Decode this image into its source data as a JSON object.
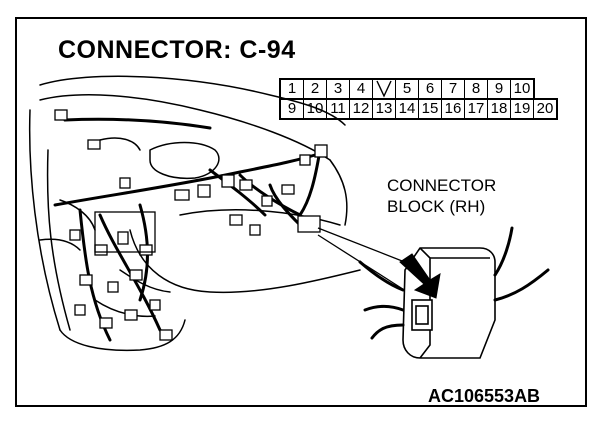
{
  "diagram": {
    "title": "CONNECTOR: C-94",
    "callout_line1": "CONNECTOR",
    "callout_line2": "BLOCK (RH)",
    "figure_code": "AC106553AB"
  },
  "connector": {
    "top_row": [
      "1",
      "2",
      "3",
      "4",
      "",
      "5",
      "6",
      "7",
      "8",
      "9",
      "10"
    ],
    "bottom_row": [
      "9",
      "10",
      "11",
      "12",
      "13",
      "14",
      "15",
      "16",
      "17",
      "18",
      "19",
      "20"
    ]
  },
  "icons": {
    "pointer": "arrow-icon",
    "key": "connector-key-icon"
  }
}
